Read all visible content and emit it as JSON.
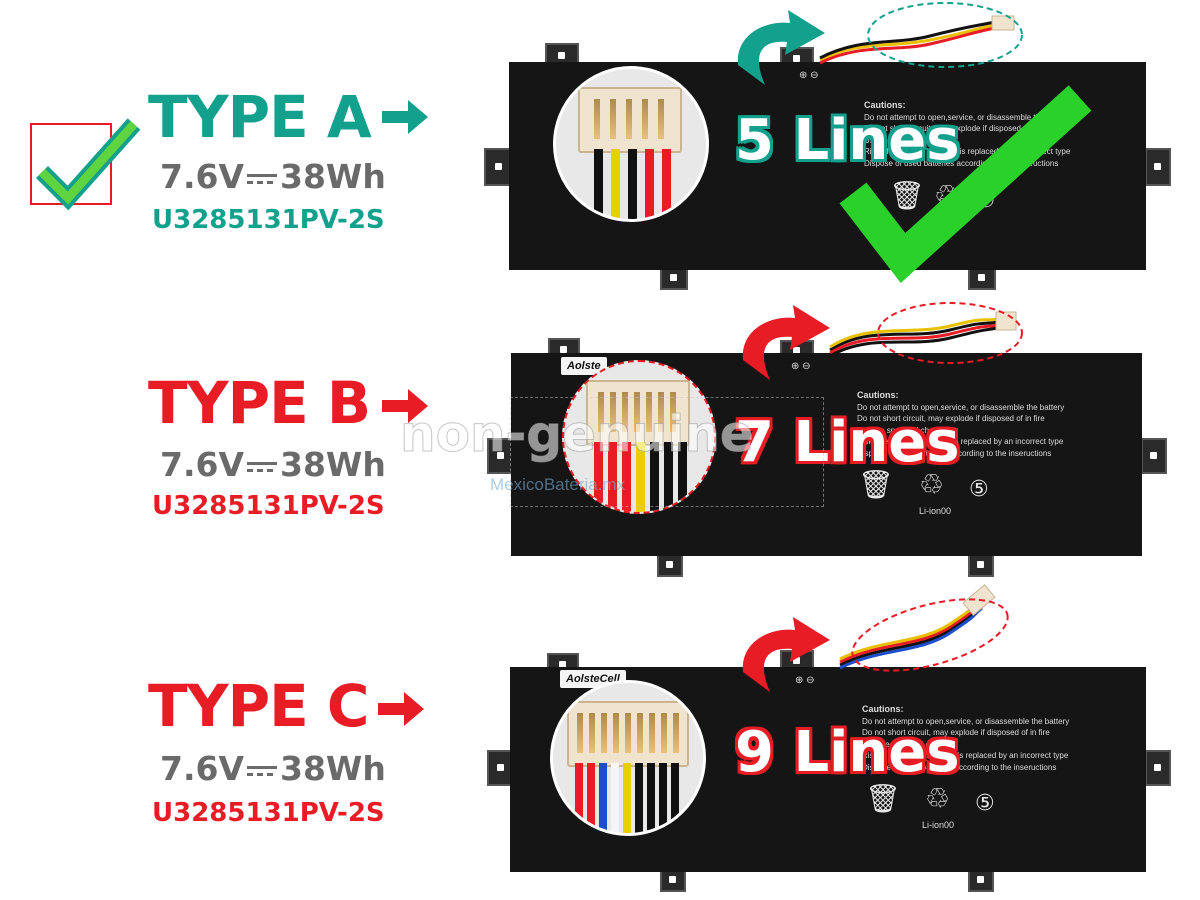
{
  "types": [
    {
      "title": "TYPE A",
      "voltage": "7.6V",
      "energy": "38Wh",
      "model": "U3285131PV-2S",
      "lines_label": "5 Lines",
      "wire_count": 5,
      "accent": "#13a08c",
      "selected": true
    },
    {
      "title": "TYPE B",
      "voltage": "7.6V",
      "energy": "38Wh",
      "model": "U3285131PV-2S",
      "lines_label": "7 Lines",
      "wire_count": 7,
      "accent": "#e81c24",
      "selected": false
    },
    {
      "title": "TYPE C",
      "voltage": "7.6V",
      "energy": "38Wh",
      "model": "U3285131PV-2S",
      "lines_label": "9 Lines",
      "wire_count": 9,
      "accent": "#e81c24",
      "selected": false
    }
  ],
  "battery_label": {
    "cautions_title": "Cautions:",
    "warnings": [
      "Do not attempt to open,service, or disassemble the battery",
      "Do not short circuit, may explode if disposed of in fire",
      "Use the specified charger",
      "Risk of explosion if battery is replaced by an incorrect type",
      "Dispose of used batteries according to the inseructions"
    ],
    "liion": "Li-ion00",
    "recycle_number": "5"
  },
  "brand_b": "Aolste",
  "brand_c": "AolsteCell",
  "watermark": {
    "main": "non-genuine",
    "sub": "MexicoBateria.mx"
  },
  "colors": {
    "green": "#13a08c",
    "red": "#e81c24",
    "check_green": "#2bd12b",
    "battery": "#151515"
  }
}
